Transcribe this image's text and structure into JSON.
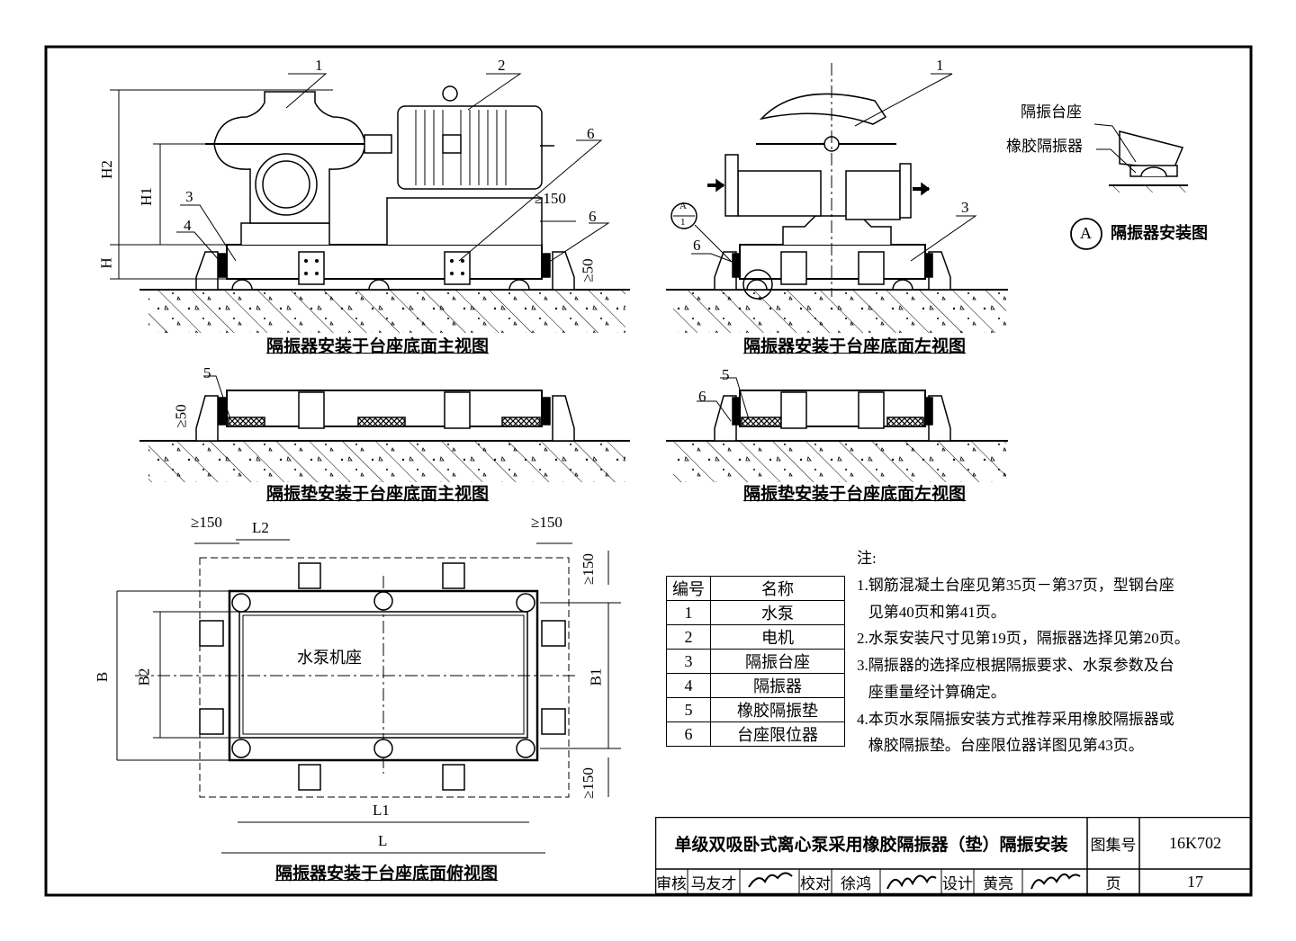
{
  "views": {
    "isolator_front": "隔振器安装于台座底面主视图",
    "isolator_left": "隔振器安装于台座底面左视图",
    "pad_front": "隔振垫安装于台座底面主视图",
    "pad_left": "隔振垫安装于台座底面左视图",
    "isolator_top": "隔振器安装于台座底面俯视图"
  },
  "detail_a": {
    "label_seat": "隔振台座",
    "label_isolator": "橡胶隔振器",
    "marker": "A",
    "title": "隔振器安装图"
  },
  "dimensions": {
    "H2": "H2",
    "H1": "H1",
    "H": "H",
    "B": "B",
    "B1": "B1",
    "B2": "B2",
    "L": "L",
    "L1": "L1",
    "L2": "L2",
    "min150": "≥150",
    "min50": "≥50"
  },
  "callouts": [
    "1",
    "2",
    "3",
    "4",
    "5",
    "6"
  ],
  "pump_base_label": "水泵机座",
  "section_marker": {
    "top": "A",
    "bottom": "1"
  },
  "legend": {
    "header_no": "编号",
    "header_name": "名称",
    "rows": [
      {
        "no": "1",
        "name": "水泵"
      },
      {
        "no": "2",
        "name": "电机"
      },
      {
        "no": "3",
        "name": "隔振台座"
      },
      {
        "no": "4",
        "name": "隔振器"
      },
      {
        "no": "5",
        "name": "橡胶隔振垫"
      },
      {
        "no": "6",
        "name": "台座限位器"
      }
    ]
  },
  "notes": {
    "title": "注:",
    "items": [
      "1.钢筋混凝土台座见第35页－第37页，型钢台座",
      "   见第40页和第41页。",
      "2.水泵安装尺寸见第19页，隔振器选择见第20页。",
      "3.隔振器的选择应根据隔振要求、水泵参数及台",
      "   座重量经计算确定。",
      "4.本页水泵隔振安装方式推荐采用橡胶隔振器或",
      "   橡胶隔振垫。台座限位器详图见第43页。"
    ]
  },
  "title_block": {
    "title": "单级双吸卧式离心泵采用橡胶隔振器（垫）隔振安装",
    "atlas_label": "图集号",
    "atlas_no": "16K702",
    "review_label": "审核",
    "reviewer": "马友才",
    "check_label": "校对",
    "checker": "徐鸿",
    "design_label": "设计",
    "designer": "黄亮",
    "page_label": "页",
    "page_no": "17"
  }
}
